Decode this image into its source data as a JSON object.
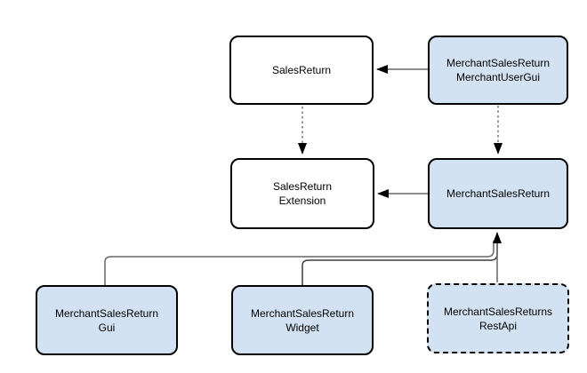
{
  "colors": {
    "node-blue": "#d3e2f3",
    "node-white": "#ffffff",
    "node-border": "#000000",
    "edge-gray": "#666666",
    "edge-dark": "#3d3d3d",
    "edge-dashed": "#777777",
    "arrowhead": "#000000"
  },
  "nodes": {
    "sales_return": {
      "lines": [
        "SalesReturn"
      ],
      "fill": "white",
      "border": "solid"
    },
    "merchant_user_gui": {
      "lines": [
        "MerchantSalesReturn",
        "MerchantUserGui"
      ],
      "fill": "blue",
      "border": "solid"
    },
    "sales_return_extension": {
      "lines": [
        "SalesReturn",
        "Extension"
      ],
      "fill": "white",
      "border": "solid"
    },
    "merchant_sales_return": {
      "lines": [
        "MerchantSalesReturn"
      ],
      "fill": "blue",
      "border": "solid"
    },
    "merchant_sales_return_gui": {
      "lines": [
        "MerchantSalesReturn",
        "Gui"
      ],
      "fill": "blue",
      "border": "solid"
    },
    "merchant_sales_return_widget": {
      "lines": [
        "MerchantSalesReturn",
        "Widget"
      ],
      "fill": "blue",
      "border": "solid"
    },
    "merchant_sales_returns_rest_api": {
      "lines": [
        "MerchantSalesReturns",
        "RestApi"
      ],
      "fill": "blue",
      "border": "dashed"
    }
  },
  "edges": [
    {
      "from": "merchant_user_gui",
      "to": "sales_return",
      "style": "solid",
      "arrow": "end"
    },
    {
      "from": "merchant_sales_return",
      "to": "sales_return_extension",
      "style": "solid",
      "arrow": "end"
    },
    {
      "from": "sales_return",
      "to": "sales_return_extension",
      "style": "dashed",
      "arrow": "end"
    },
    {
      "from": "merchant_user_gui",
      "to": "merchant_sales_return",
      "style": "dashed",
      "arrow": "end"
    },
    {
      "from": "merchant_sales_return_gui",
      "to": "merchant_sales_return",
      "style": "solid",
      "arrow": "end"
    },
    {
      "from": "merchant_sales_return_widget",
      "to": "merchant_sales_return",
      "style": "solid",
      "arrow": "end"
    },
    {
      "from": "merchant_sales_returns_rest_api",
      "to": "merchant_sales_return",
      "style": "solid",
      "arrow": "end"
    }
  ]
}
